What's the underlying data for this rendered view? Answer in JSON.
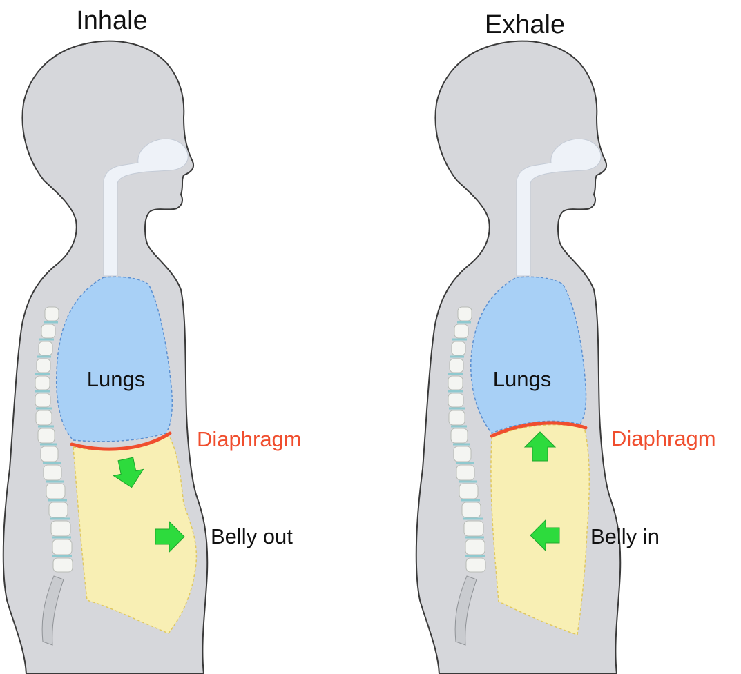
{
  "panels": {
    "inhale": {
      "title": "Inhale",
      "lungs_label": "Lungs",
      "diaphragm_label": "Diaphragm",
      "belly_label": "Belly out"
    },
    "exhale": {
      "title": "Exhale",
      "lungs_label": "Lungs",
      "diaphragm_label": "Diaphragm",
      "belly_label": "Belly in"
    }
  },
  "colors": {
    "body": "#d6d7db",
    "body_outline": "#3a3a3a",
    "lungs": "#a8d0f6",
    "lungs_outline": "#5b8fd0",
    "abdomen": "#f8efb4",
    "abdomen_outline": "#e0c860",
    "diaphragm": "#f04e2e",
    "arrow": "#2ddb3d",
    "vertebra": "#f4f5f2",
    "disc": "#8fc9cf",
    "airway": "#eef2f8",
    "text": "#111111"
  }
}
